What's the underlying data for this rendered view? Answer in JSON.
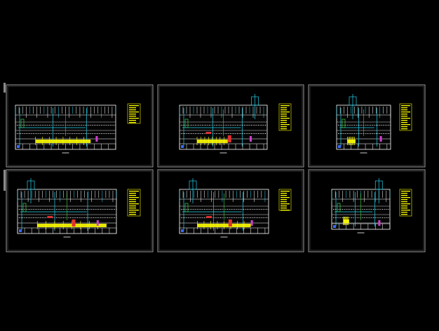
{
  "drawing": {
    "background": "#000000",
    "frame_color": "#9a9a9a",
    "colors": {
      "white": "#ffffff",
      "cyan": "#22d3ee",
      "yellow": "#ffff00",
      "green": "#3cd43c",
      "red": "#e03030",
      "magenta": "#d040d0",
      "blue": "#3a6aff"
    },
    "sheets": [
      {
        "id": "sheet-1",
        "has_riser": false,
        "yellow_fill": 0.55,
        "red_marks": false
      },
      {
        "id": "sheet-2",
        "has_riser": true,
        "yellow_fill": 0.35,
        "red_marks": true
      },
      {
        "id": "sheet-3",
        "has_riser": true,
        "yellow_fill": 0.15,
        "red_marks": false
      },
      {
        "id": "sheet-4",
        "has_riser": true,
        "yellow_fill": 0.7,
        "red_marks": true
      },
      {
        "id": "sheet-5",
        "has_riser": true,
        "yellow_fill": 0.6,
        "red_marks": true
      },
      {
        "id": "sheet-6",
        "has_riser": true,
        "yellow_fill": 0.1,
        "red_marks": false
      }
    ]
  }
}
